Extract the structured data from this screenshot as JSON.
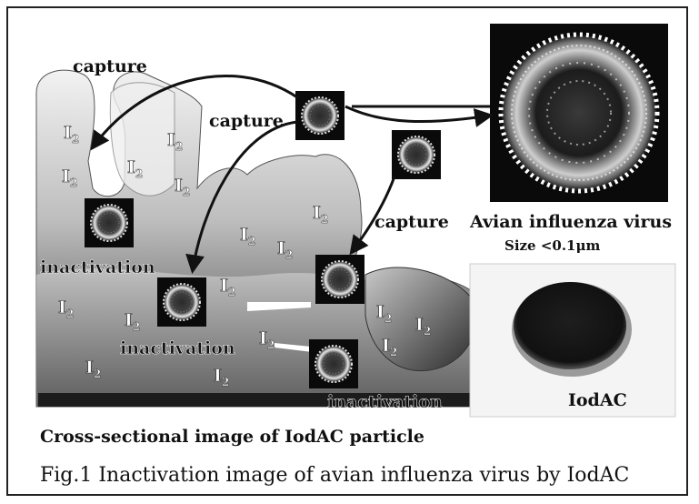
{
  "labels": {
    "capture_1": "capture",
    "capture_2": "capture",
    "capture_3": "capture",
    "inactivation_1": "inactivation",
    "inactivation_2": "inactivation",
    "inactivation_3": "inactivation",
    "virus_title": "Avian influenza virus",
    "virus_size": "Size <0.1μm",
    "cross_section": "Cross-sectional image of IodAC particle",
    "iodac": "IodAC"
  },
  "iodine": {
    "main": "I",
    "sub": "2"
  },
  "caption": "Fig.1 Inactivation image of avian influenza virus by IodAC",
  "colors": {
    "border": "#222222",
    "virus_bg": "#0a0a0a",
    "particle": "#1a1a1a"
  }
}
